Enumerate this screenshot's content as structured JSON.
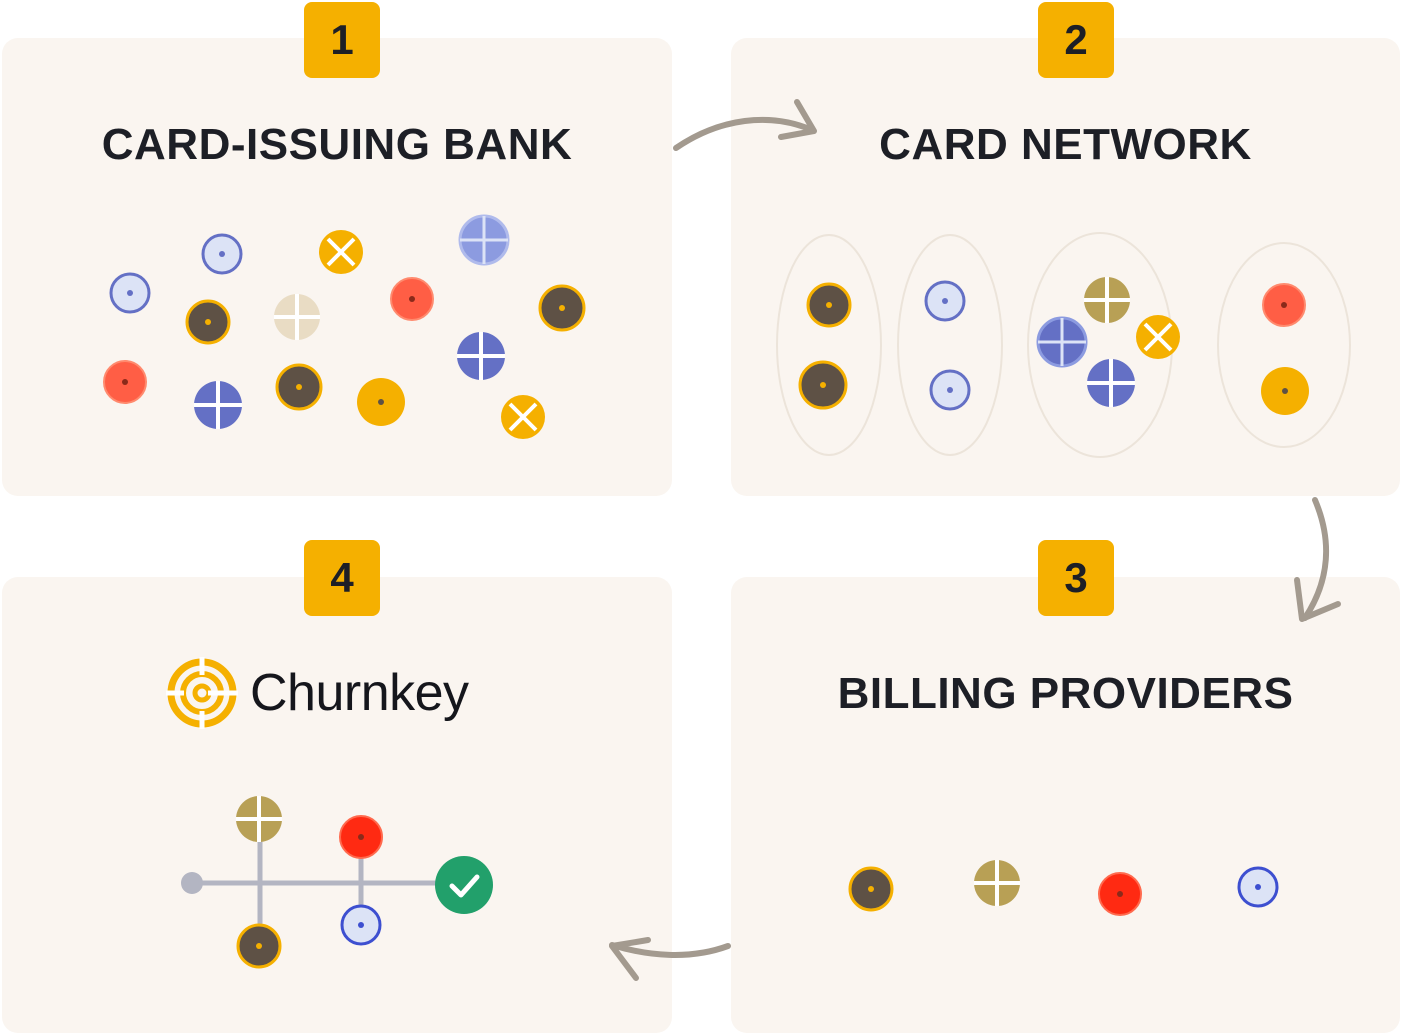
{
  "steps": [
    {
      "number": "1",
      "title": "CARD-ISSUING BANK"
    },
    {
      "number": "2",
      "title": "CARD NETWORK"
    },
    {
      "number": "3",
      "title": "BILLING PROVIDERS"
    },
    {
      "number": "4",
      "brand": "Churnkey"
    }
  ],
  "colors": {
    "panel": "#faf5f0",
    "badge": "#f5b000",
    "arrow": "#a39a8f",
    "brown": "#5e5145",
    "light_blue": "#dce3f6",
    "blue": "#6470c5",
    "yellow": "#f5b000",
    "red": "#ff5e45",
    "gold": "#b8a055",
    "beige": "#e9dcc4",
    "success": "#22a06b"
  }
}
